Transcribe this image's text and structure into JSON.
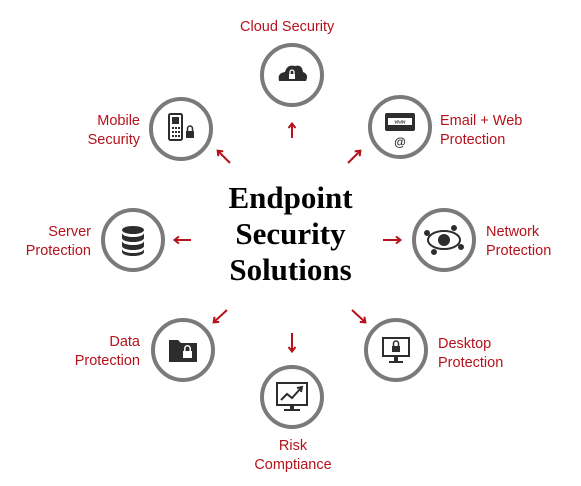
{
  "center_title": "Endpoint\nSecurity\nSolutions",
  "colors": {
    "accent": "#b5121b",
    "ring": "#7a7a7a",
    "icon": "#2d2d2d"
  },
  "nodes": [
    {
      "id": "cloud-security",
      "label": "Cloud Security",
      "icon": "cloud-lock-icon"
    },
    {
      "id": "email-web-protection",
      "label": "Email + Web\nProtection",
      "icon": "email-web-icon"
    },
    {
      "id": "network-protection",
      "label": "Network\nProtection",
      "icon": "network-eye-icon"
    },
    {
      "id": "desktop-protection",
      "label": "Desktop\nProtection",
      "icon": "desktop-lock-icon"
    },
    {
      "id": "risk-compliance",
      "label": "Risk\nComptiance",
      "icon": "chart-trend-icon"
    },
    {
      "id": "data-protection",
      "label": "Data\nProtection",
      "icon": "folder-lock-icon"
    },
    {
      "id": "server-protection",
      "label": "Server\nProtection",
      "icon": "database-icon"
    },
    {
      "id": "mobile-security",
      "label": "Mobile\nSecurity",
      "icon": "phone-lock-icon"
    }
  ]
}
